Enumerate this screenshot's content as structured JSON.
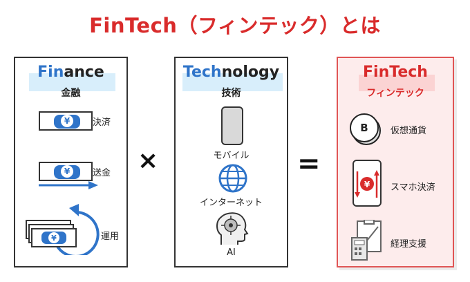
{
  "title": "FinTech（フィンテック）とは",
  "operators": {
    "times": "×",
    "equals": "="
  },
  "finance": {
    "title_highlight": "Fin",
    "title_rest": "ance",
    "subtitle": "金融",
    "items": [
      {
        "label": "決済",
        "icon": "yen-note-icon"
      },
      {
        "label": "送金",
        "icon": "yen-note-arrow-icon"
      },
      {
        "label": "運用",
        "icon": "yen-stack-cycle-icon"
      }
    ],
    "yen_symbol": "¥"
  },
  "technology": {
    "title_highlight": "Tech",
    "title_rest": "nology",
    "subtitle": "技術",
    "items": [
      {
        "label": "モバイル",
        "icon": "smartphone-icon"
      },
      {
        "label": "インターネット",
        "icon": "globe-icon"
      },
      {
        "label": "AI",
        "icon": "ai-head-icon"
      }
    ]
  },
  "fintech": {
    "title": "FinTech",
    "subtitle": "フィンテック",
    "coin_letter": "B",
    "yen_symbol": "¥",
    "items": [
      {
        "label": "仮想通貨",
        "icon": "bitcoin-coin-icon"
      },
      {
        "label": "スマホ決済",
        "icon": "phone-payment-icon"
      },
      {
        "label": "経理支援",
        "icon": "accounting-icon"
      }
    ]
  },
  "colors": {
    "accent_red": "#d92b2b",
    "accent_blue": "#2f74c9",
    "band_blue": "#d8eefb",
    "fintech_bg": "#fdecec"
  }
}
